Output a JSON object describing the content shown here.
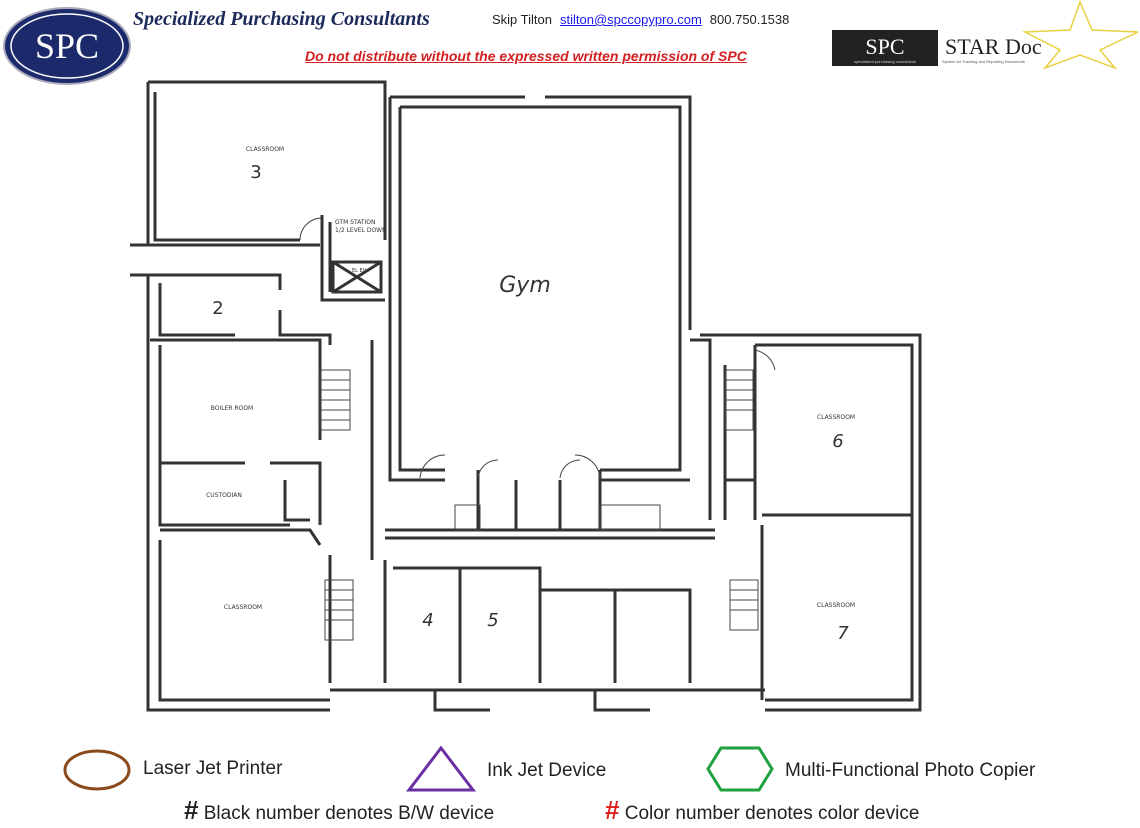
{
  "header": {
    "logo_text": "SPC",
    "company": "Specialized Purchasing Consultants",
    "contact_name": "Skip Tilton",
    "contact_email": "stilton@spccopypro.com",
    "contact_phone": "800.750.1538",
    "warning": "Do not distribute without the expressed written permission of SPC",
    "star_logo": {
      "left": "SPC",
      "right": "STAR Doc",
      "tagline_left": "specialized purchasing consultants",
      "tagline_right": "System for Tracking and Reporting Documents"
    }
  },
  "plan": {
    "rooms": {
      "classroom3_label": "CLASSROOM",
      "classroom3_num": "3",
      "gym_station_1": "GTM STATION",
      "gym_station_2": "1/2 LEVEL DOWN",
      "elevator": "EL EV.",
      "gym": "Gym",
      "room2_num": "2",
      "boiler": "BOILER ROOM",
      "custodian": "CUSTODIAN",
      "classroom_sw": "CLASSROOM",
      "room4_num": "4",
      "room5_num": "5",
      "classroom6_label": "CLASSROOM",
      "classroom6_num": "6",
      "classroom7_label": "CLASSROOM",
      "classroom7_num": "7"
    }
  },
  "legend": {
    "laser": "Laser Jet Printer",
    "inkjet": "Ink Jet Device",
    "mfp": "Multi-Functional Photo Copier",
    "hash": "#",
    "bw_note": "Black number denotes B/W device",
    "color_note": "Color number denotes color device",
    "colors": {
      "laser": "#8b4a1c",
      "inkjet": "#6a2fa0",
      "mfp": "#1fa040",
      "color_hash": "#e02020"
    }
  }
}
